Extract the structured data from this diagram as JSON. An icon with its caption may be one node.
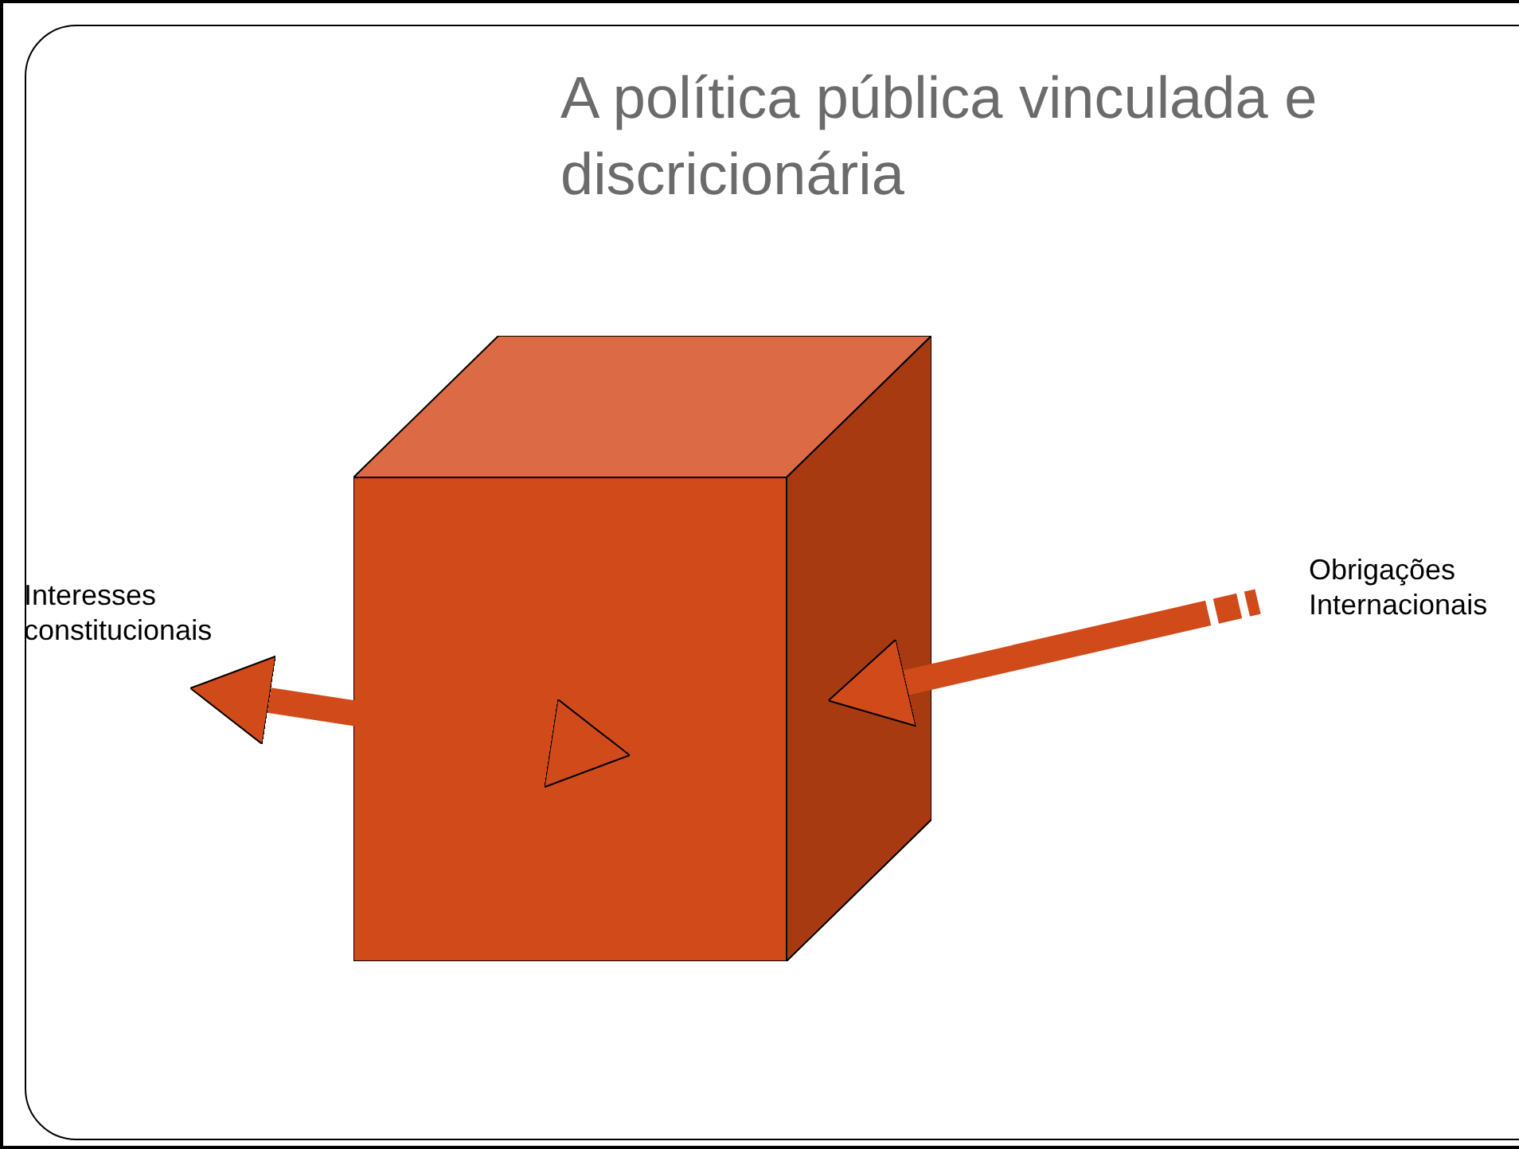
{
  "diagram": {
    "title": "A política pública vinculada e discricionária",
    "nodes": [
      {
        "text": [],
        "shape": "box"
      },
      {
        "text": [
          "Interesses constitucionais"
        ]
      },
      {
        "text": [
          "Obrigações Internacionais"
        ]
      }
    ],
    "edges": [
      {
        "from": 1,
        "to": 0,
        "arrow": "both"
      },
      {
        "from": 2,
        "to": 0,
        "arrow": "to",
        "style": "dashed"
      }
    ]
  }
}
